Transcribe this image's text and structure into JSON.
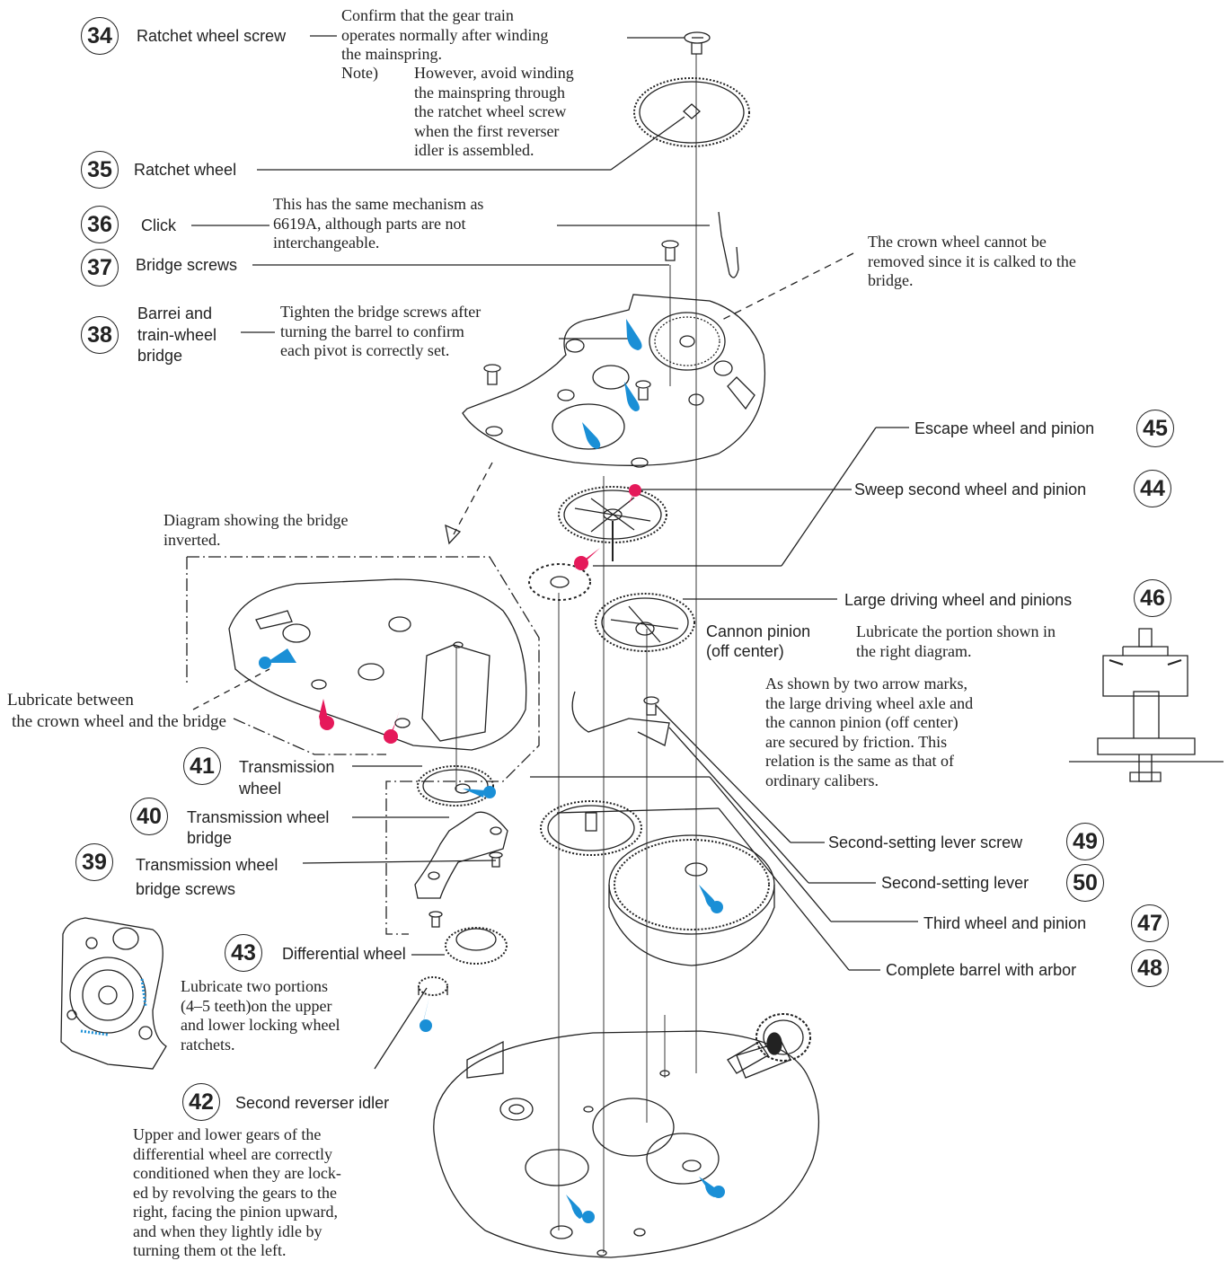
{
  "parts": [
    {
      "num": "34",
      "label": "Ratchet wheel screw"
    },
    {
      "num": "35",
      "label": "Ratchet wheel"
    },
    {
      "num": "36",
      "label": "Click"
    },
    {
      "num": "37",
      "label": "Bridge screws"
    },
    {
      "num": "38",
      "label_lines": [
        "Barrei and",
        "train-wheel",
        "bridge"
      ]
    },
    {
      "num": "39",
      "label_lines": [
        "Transmission wheel",
        "bridge screws"
      ]
    },
    {
      "num": "40",
      "label_lines": [
        "Transmission wheel",
        "bridge"
      ]
    },
    {
      "num": "41",
      "label_lines": [
        "Transmission",
        "wheel"
      ]
    },
    {
      "num": "42",
      "label": "Second reverser idler"
    },
    {
      "num": "43",
      "label": "Differential wheel"
    },
    {
      "num": "44",
      "label": "Sweep second wheel and pinion"
    },
    {
      "num": "45",
      "label": "Escape wheel and pinion"
    },
    {
      "num": "46",
      "label": "Large driving wheel and pinions"
    },
    {
      "num": "47",
      "label": "Third wheel and pinion"
    },
    {
      "num": "48",
      "label": "Complete barrel with arbor"
    },
    {
      "num": "49",
      "label": "Second-setting lever screw"
    },
    {
      "num": "50",
      "label": "Second-setting lever"
    }
  ],
  "notes": {
    "confirm_lines": [
      "Confirm that the gear train",
      "operates normally after winding",
      "the mainspring."
    ],
    "note_prefix": "Note)",
    "note_lines": [
      "However, avoid winding",
      "the mainspring through",
      "the ratchet wheel screw",
      "when the first reverser",
      "idler is assembled."
    ],
    "click_lines": [
      "This has the same mechanism as",
      "6619A, although parts are not",
      "interchangeable."
    ],
    "crown_lines": [
      "The crown wheel cannot be",
      "removed since it is calked to the",
      "bridge."
    ],
    "tighten_lines": [
      "Tighten the bridge screws after",
      "turning the barrel to confirm",
      "each pivot is correctly set."
    ],
    "diagram_lines": [
      "Diagram showing the bridge",
      "inverted."
    ],
    "lubricate_crown_lines": [
      "Lubricate between",
      "the crown wheel and the bridge"
    ],
    "cannon_lines": [
      "Cannon pinion",
      "(off center)"
    ],
    "lubricate_right_lines": [
      "Lubricate the portion shown in",
      "the right diagram."
    ],
    "arrow_lines": [
      "As shown by two arrow marks,",
      "the large driving wheel axle and",
      "the cannon pinion (off center)",
      "are secured by friction. This",
      "relation is the same as that of",
      "ordinary calibers."
    ],
    "lubricate_two_lines": [
      "Lubricate two portions",
      "(4–5 teeth)on the upper",
      "and lower locking wheel",
      "ratchets."
    ],
    "upper_lower_lines": [
      "Upper and lower gears of the",
      "differential wheel are correctly",
      "conditioned when they are lock-",
      "ed by revolving the gears to the",
      "right, facing the pinion upward,",
      "and when they lightly idle by",
      "turning them ot the left."
    ]
  },
  "colors": {
    "ink": "#222222",
    "oil_blue": "#1a8fd6",
    "oil_red": "#e5195a",
    "background": "#ffffff"
  }
}
